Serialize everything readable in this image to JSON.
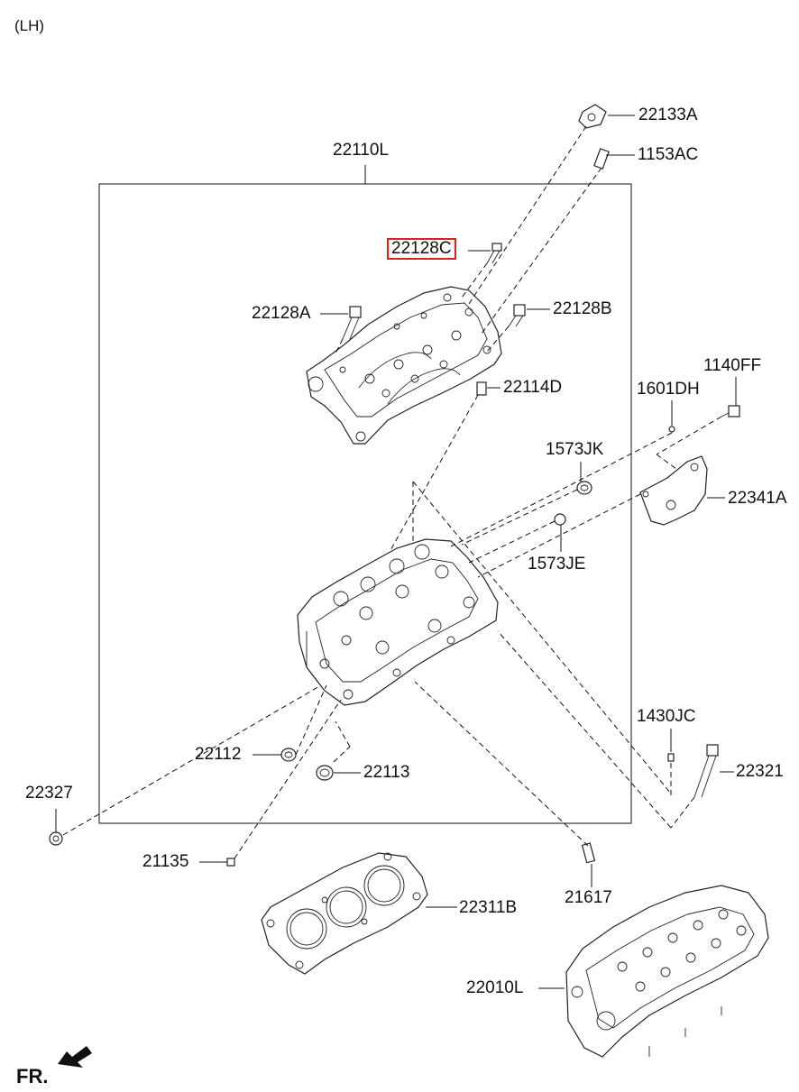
{
  "view_label": "(LH)",
  "direction_label": "FR.",
  "highlight_color": "#e0201a",
  "parts": {
    "p22133A": "22133A",
    "p1153AC": "1153AC",
    "p22110L": "22110L",
    "p22128C": "22128C",
    "p22128A": "22128A",
    "p22128B": "22128B",
    "p22114D": "22114D",
    "p1601DH": "1601DH",
    "p1140FF": "1140FF",
    "p1573JK": "1573JK",
    "p22341A": "22341A",
    "p1573JE": "1573JE",
    "p1430JC": "1430JC",
    "p22112": "22112",
    "p22321": "22321",
    "p22113": "22113",
    "p22327": "22327",
    "p21135": "21135",
    "p21617": "21617",
    "p22311B": "22311B",
    "p22010L": "22010L"
  },
  "highlighted_part": "22128C",
  "icons": {
    "direction_arrow": "fr-arrow-icon"
  }
}
